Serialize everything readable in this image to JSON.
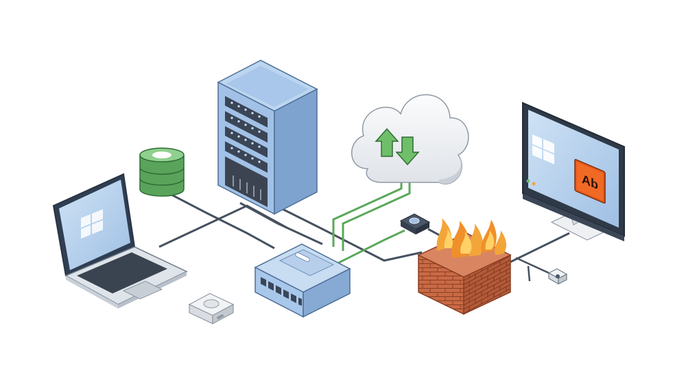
{
  "diagram": {
    "nodes": [
      {
        "id": "laptop",
        "icon": "laptop-icon",
        "os_logo": "windows-logo"
      },
      {
        "id": "database",
        "icon": "database-icon"
      },
      {
        "id": "server",
        "icon": "server-rack-icon"
      },
      {
        "id": "cloud",
        "icon": "cloud-sync-icon"
      },
      {
        "id": "switch",
        "icon": "network-switch-icon"
      },
      {
        "id": "sensor",
        "icon": "sensor-puck-icon"
      },
      {
        "id": "router",
        "icon": "router-icon"
      },
      {
        "id": "firewall",
        "icon": "firewall-icon"
      },
      {
        "id": "monitor",
        "icon": "desktop-monitor-icon",
        "os_logo": "windows-logo"
      },
      {
        "id": "camera",
        "icon": "security-camera-icon"
      }
    ],
    "app_tile": {
      "text": "Ab",
      "color": "#e65a1c"
    },
    "colors": {
      "device_blue": "#a9c7ea",
      "device_outline": "#4d6f96",
      "cloud_sync_green": "#6fbf6a",
      "data_cable_green": "#5aa85a",
      "cable_dark": "#46515f",
      "database_green": "#69b36a",
      "brick": "#c96a45",
      "flame": "#f3a53a"
    }
  }
}
